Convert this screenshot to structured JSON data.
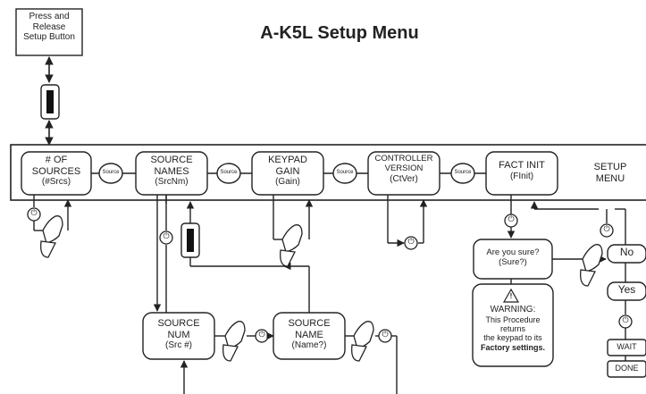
{
  "title": "A-K5L Setup Menu",
  "press_box": {
    "lines": [
      "Press and",
      "Release",
      "Setup Button"
    ]
  },
  "setup_menu_label": [
    "SETUP",
    "MENU"
  ],
  "menu_items": [
    {
      "lines": [
        "# OF",
        "SOURCES"
      ],
      "code": "(#Srcs)"
    },
    {
      "lines": [
        "SOURCE",
        "NAMES"
      ],
      "code": "(SrcNm)"
    },
    {
      "lines": [
        "KEYPAD",
        "GAIN"
      ],
      "code": "(Gain)"
    },
    {
      "lines": [
        "CONTROLLER",
        "VERSION"
      ],
      "code": "(CtVer)"
    },
    {
      "lines": [
        "FACT INIT"
      ],
      "code": "(FInit)"
    }
  ],
  "source_button_label": "Source",
  "sub_items": [
    {
      "lines": [
        "SOURCE",
        "NUM"
      ],
      "code": "(Src #)"
    },
    {
      "lines": [
        "SOURCE",
        "NAME"
      ],
      "code": "(Name?)"
    }
  ],
  "confirm": {
    "line1": "Are you sure?",
    "line2": "(Sure?)"
  },
  "warning": {
    "symbol": "!",
    "title": "WARNING:",
    "lines": [
      "This Procedure returns",
      "the keypad to its",
      "Factory settings."
    ]
  },
  "options": {
    "no": "No",
    "yes": "Yes",
    "wait": "WAIT",
    "done": "DONE"
  },
  "power_symbol": "⏻"
}
